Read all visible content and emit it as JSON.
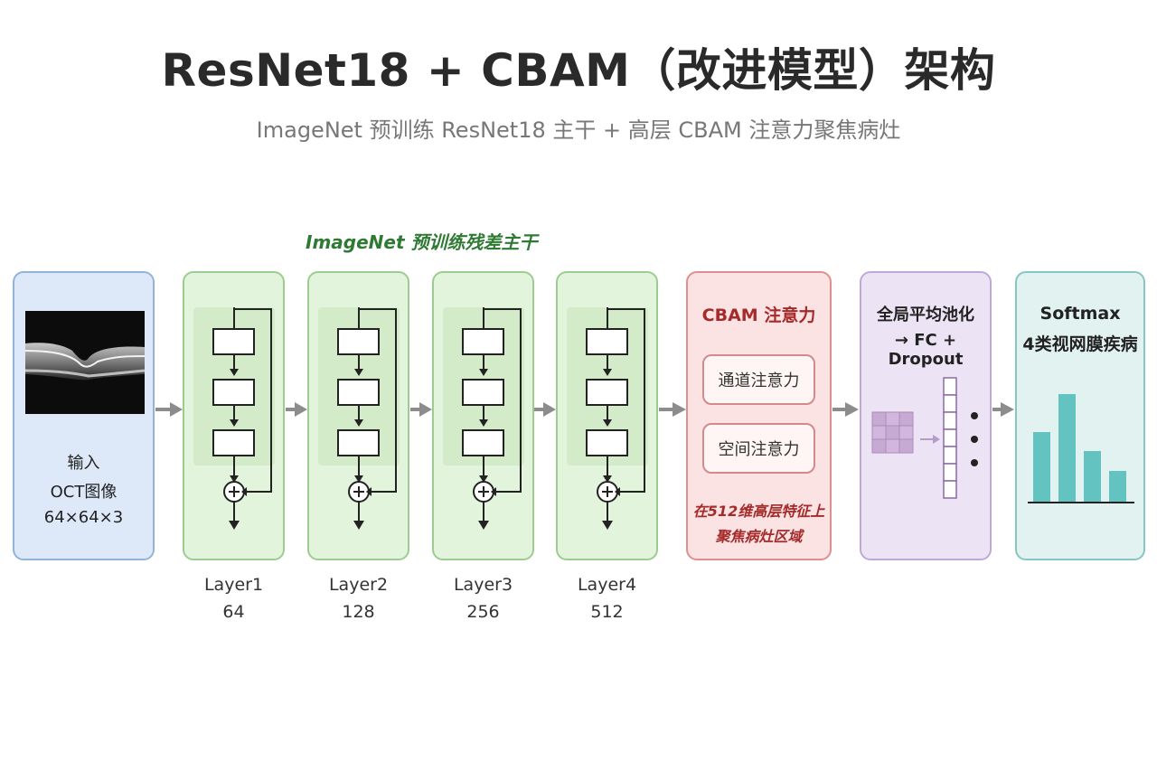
{
  "title": "ResNet18 + CBAM（改进模型）架构",
  "subtitle": "ImageNet 预训练 ResNet18 主干 + 高层 CBAM 注意力聚焦病灶",
  "backbone_caption": "ImageNet 预训练残差主干",
  "input": {
    "label_line1": "输入",
    "label_line2": "OCT图像",
    "label_line3": "64×64×3"
  },
  "layers": [
    {
      "name": "Layer1",
      "channels": "64"
    },
    {
      "name": "Layer2",
      "channels": "128"
    },
    {
      "name": "Layer3",
      "channels": "256"
    },
    {
      "name": "Layer4",
      "channels": "512"
    }
  ],
  "cbam": {
    "title": "CBAM 注意力",
    "channel_attention": "通道注意力",
    "spatial_attention": "空间注意力",
    "note_line1": "在512维高层特征上",
    "note_line2": "聚焦病灶区域"
  },
  "pooling": {
    "title_line1": "全局平均池化",
    "title_line2": "→ FC + Dropout"
  },
  "softmax": {
    "title_line1": "Softmax",
    "title_line2": "4类视网膜疾病"
  },
  "colors": {
    "input": "#dde9f8",
    "backbone": "#e3f4dd",
    "cbam": "#fbe3e3",
    "pooling": "#ece4f4",
    "softmax": "#e1f2f1",
    "bars": "#63c3c0"
  }
}
